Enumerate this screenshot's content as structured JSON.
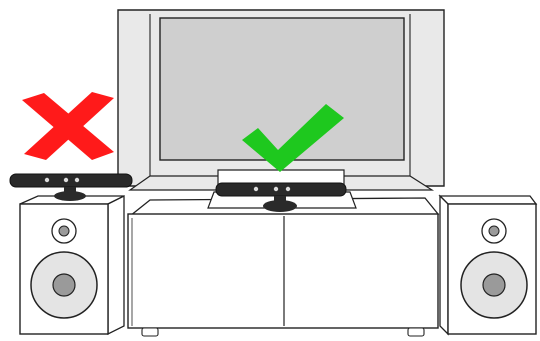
{
  "scene": {
    "type": "illustration",
    "elements": [
      "tv",
      "tv-stand",
      "speaker-left",
      "speaker-right",
      "sensor-incorrect",
      "sensor-correct",
      "cross-mark",
      "check-mark"
    ],
    "colors": {
      "line": "#222222",
      "cross": "#ff1a1a",
      "check": "#1ec81e",
      "screen": "#cfcfcf",
      "bezel": "#e9e9e9",
      "furniture": "#ffffff",
      "sensor": "#2a2a2a",
      "speaker_cone": "#e4e4e4",
      "speaker_hub": "#9a9a9a"
    },
    "verdicts": {
      "sensor_on_speaker": "incorrect",
      "sensor_on_stand_below_tv": "correct"
    }
  }
}
